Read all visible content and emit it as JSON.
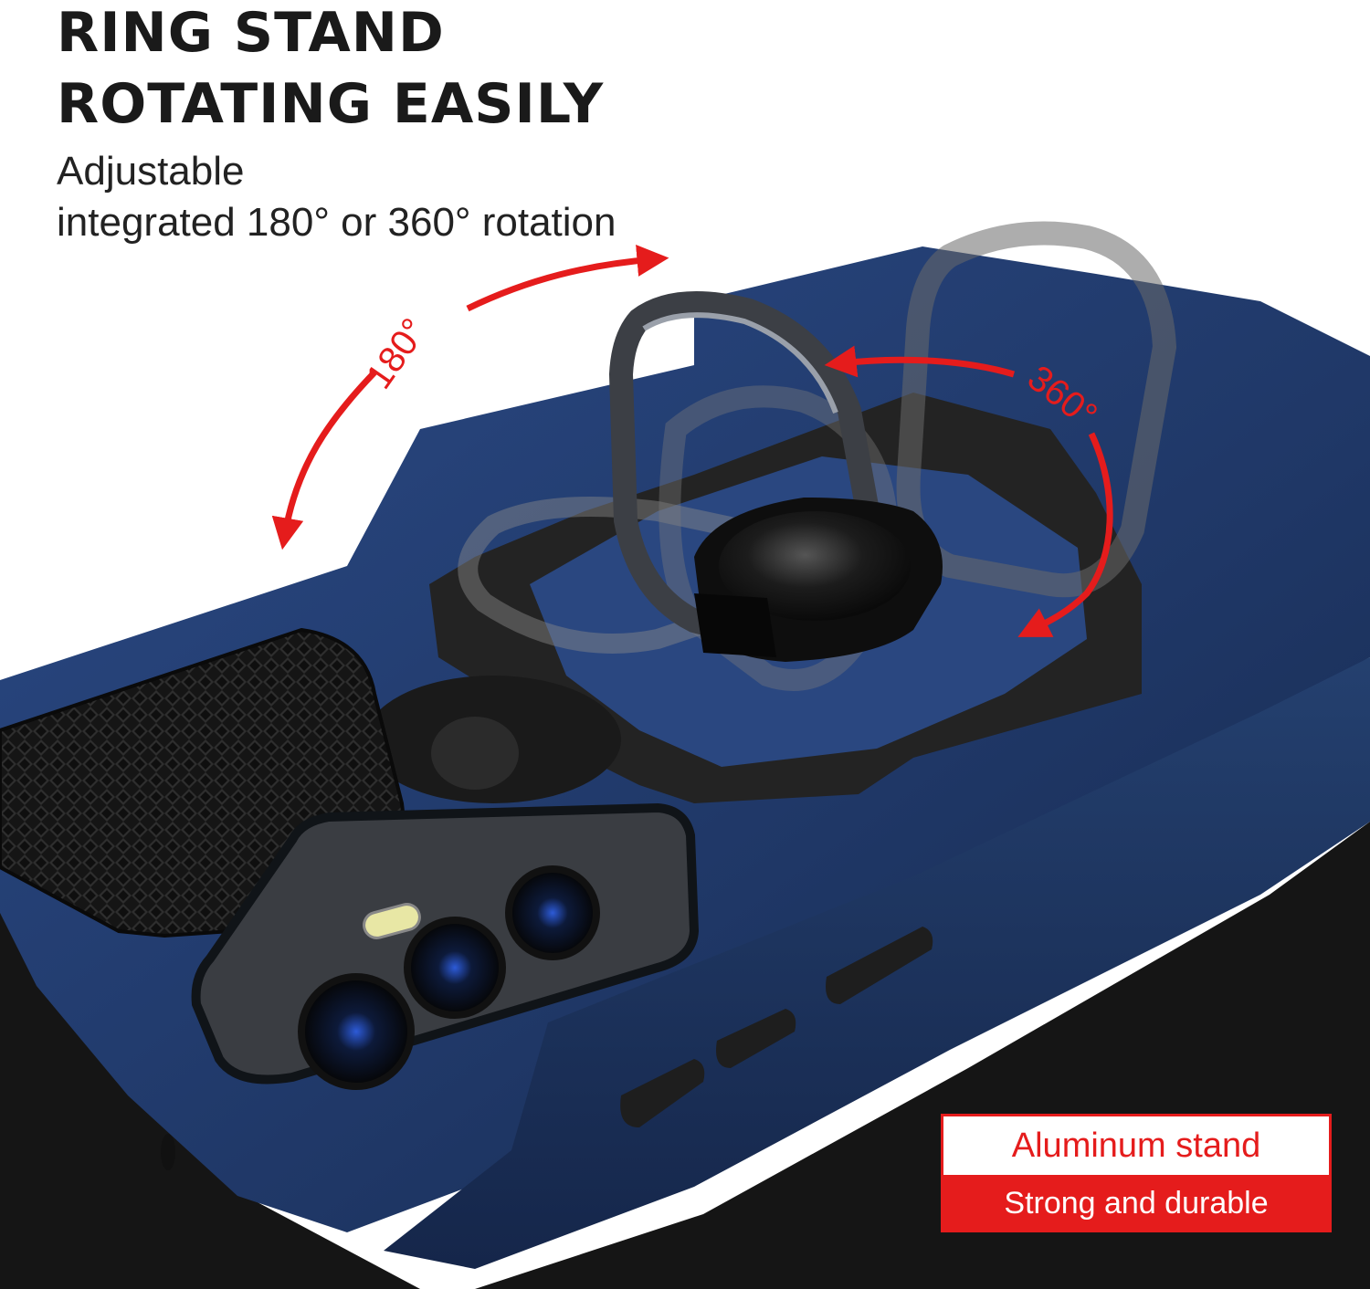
{
  "headline": {
    "line1": "RING STAND",
    "line2": "ROTATING EASILY"
  },
  "subheadline": {
    "line1": "Adjustable",
    "line2": "integrated 180° or 360° rotation"
  },
  "rotation_labels": {
    "tilt": "180°",
    "spin": "360°"
  },
  "badge": {
    "title": "Aluminum stand",
    "subtitle": "Strong and durable"
  },
  "colors": {
    "accent": "#e51c1c",
    "case_blue": "#1f3766",
    "text_dark": "#1a1a1a"
  }
}
